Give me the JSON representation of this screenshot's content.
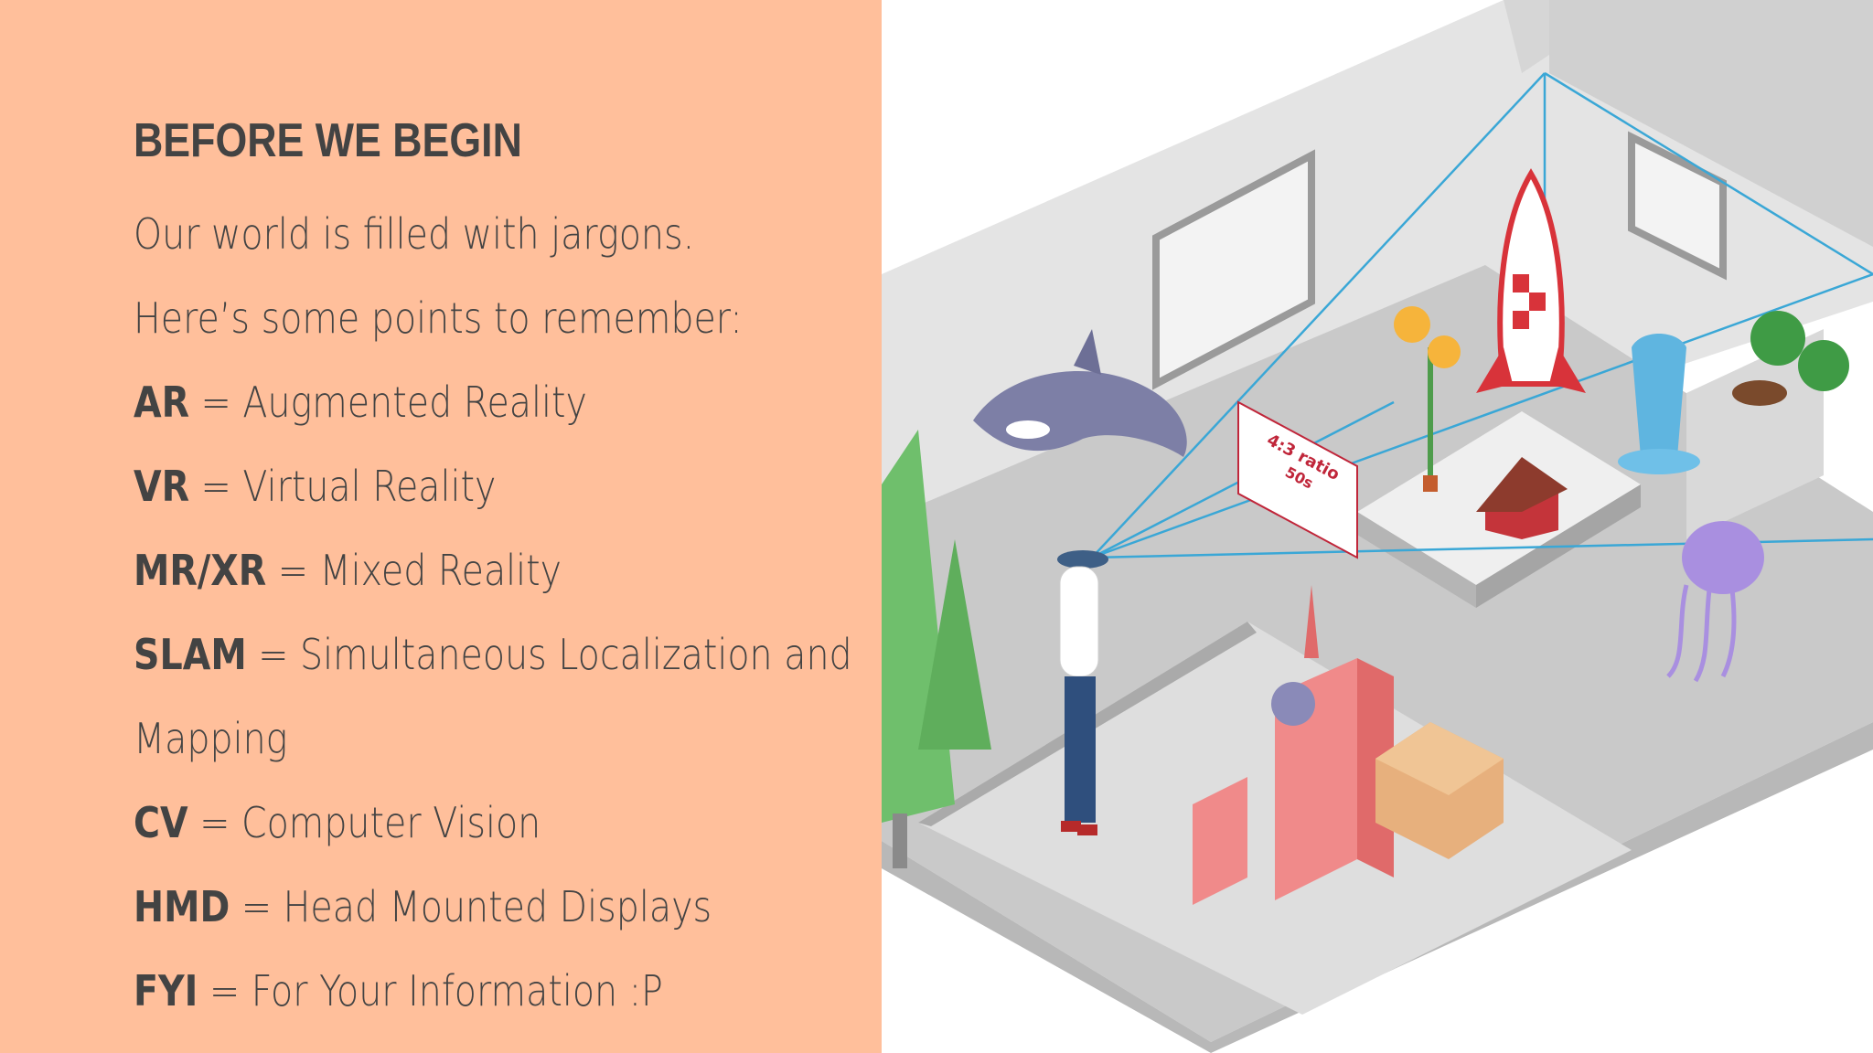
{
  "slide": {
    "title": "BEFORE WE BEGIN",
    "intro": "Our world is filled with jargons. Here’s some points to remember:",
    "terms": [
      {
        "abbr": "AR",
        "eq": " = ",
        "def": "Augmented Reality"
      },
      {
        "abbr": "VR",
        "eq": " = ",
        "def": "Virtual Reality"
      },
      {
        "abbr": "MR/XR",
        "eq": " = ",
        "def": "Mixed Reality"
      },
      {
        "abbr": "SLAM",
        "eq": " = ",
        "def": "Simultaneous Localization and Mapping"
      },
      {
        "abbr": "CV",
        "eq": " = ",
        "def": "Computer Vision"
      },
      {
        "abbr": "HMD",
        "eq": " = ",
        "def": "Head Mounted Displays"
      },
      {
        "abbr": "FYI",
        "eq": " = ",
        "def": "For Your Information :P"
      }
    ],
    "colors": {
      "panel": "#ffbf9b",
      "text": "#434343",
      "frustum": "#3aa7d6"
    }
  },
  "illustration": {
    "sign_line1": "4:3 ratio",
    "sign_line2": "50s"
  }
}
